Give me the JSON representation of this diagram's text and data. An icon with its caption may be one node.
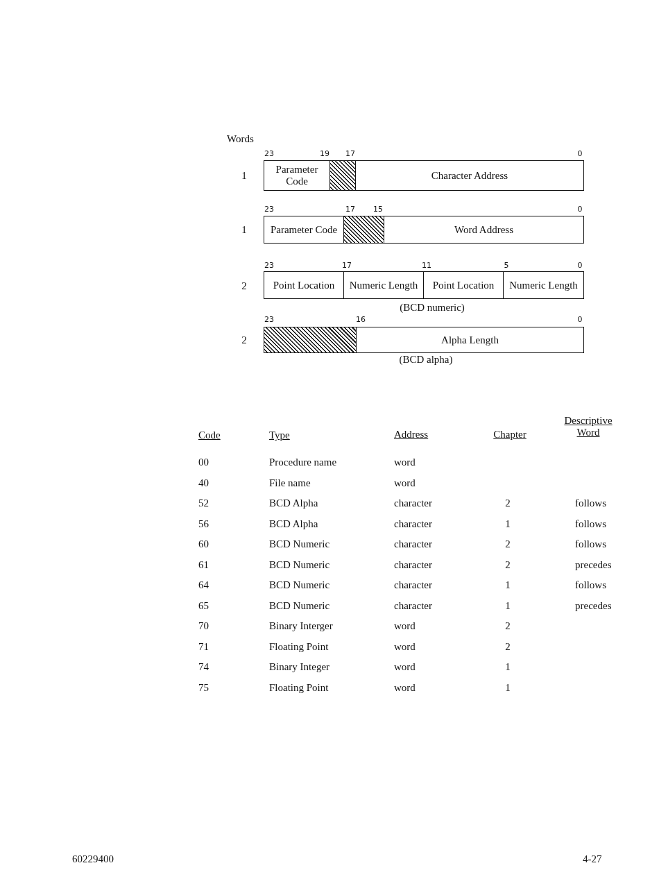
{
  "diagram": {
    "nodes": [
      {
        "text": [
          "Parameter Code"
        ]
      },
      {
        "text": [],
        "shape": "box"
      },
      {
        "text": [
          "Character Address"
        ]
      },
      {
        "text": [
          "Parameter Code"
        ]
      },
      {
        "text": [],
        "shape": "box"
      },
      {
        "text": [
          "Word Address"
        ]
      },
      {
        "text": [
          "Point Location"
        ]
      },
      {
        "text": [
          "Numeric Length"
        ]
      },
      {
        "text": [
          "Point Location"
        ]
      },
      {
        "text": [
          "Numeric Length"
        ]
      },
      {
        "text": [],
        "shape": "box"
      },
      {
        "text": [
          "Alpha Length"
        ]
      }
    ],
    "edges": [],
    "labels": [
      "Words",
      "23",
      "19",
      "17",
      "0",
      "1",
      "23",
      "17",
      "15",
      "0",
      "1",
      "23",
      "17",
      "11",
      "5",
      "0",
      "2",
      "(BCD numeric)",
      "23",
      "16",
      "0",
      "2",
      "(BCD alpha)",
      "Code",
      "Type",
      "Address",
      "Chapter",
      "Descriptive Word",
      "00",
      "Procedure name",
      "word",
      "40",
      "File name",
      "word",
      "52",
      "BCD Alpha",
      "character",
      "2",
      "follows",
      "56",
      "BCD Alpha",
      "character",
      "1",
      "follows",
      "60",
      "BCD Numeric",
      "character",
      "2",
      "follows",
      "61",
      "BCD Numeric",
      "character",
      "2",
      "precedes",
      "64",
      "BCD Numeric",
      "character",
      "1",
      "follows",
      "65",
      "BCD Numeric",
      "character",
      "1",
      "precedes",
      "70",
      "Binary Interger",
      "word",
      "2",
      "71",
      "Floating Point",
      "word",
      "2",
      "74",
      "Binary Integer",
      "word",
      "1",
      "75",
      "Floating Point",
      "word",
      "1",
      "60229400",
      "4-27"
    ]
  }
}
